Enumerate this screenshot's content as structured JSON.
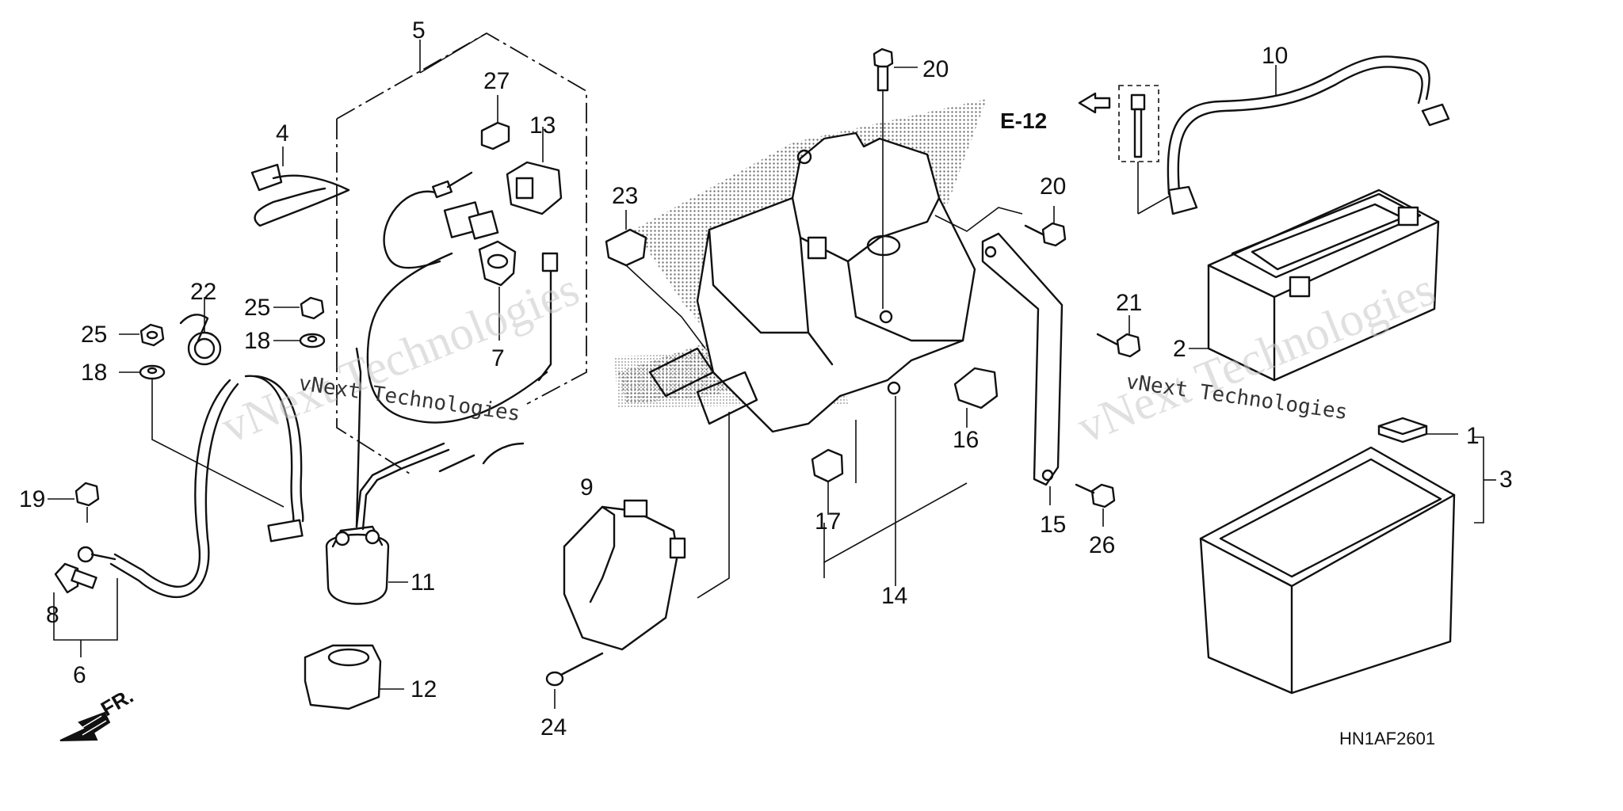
{
  "diagram": {
    "code": "HN1AF2601",
    "reference": "E-12",
    "front_label": "FR.",
    "watermark": "vNext Technologies",
    "parts": [
      {
        "id": "p1",
        "label": "1"
      },
      {
        "id": "p2",
        "label": "2"
      },
      {
        "id": "p3",
        "label": "3"
      },
      {
        "id": "p4",
        "label": "4"
      },
      {
        "id": "p5",
        "label": "5"
      },
      {
        "id": "p6",
        "label": "6"
      },
      {
        "id": "p7",
        "label": "7"
      },
      {
        "id": "p8",
        "label": "8"
      },
      {
        "id": "p9",
        "label": "9"
      },
      {
        "id": "p10",
        "label": "10"
      },
      {
        "id": "p11",
        "label": "11"
      },
      {
        "id": "p12",
        "label": "12"
      },
      {
        "id": "p13",
        "label": "13"
      },
      {
        "id": "p14",
        "label": "14"
      },
      {
        "id": "p15",
        "label": "15"
      },
      {
        "id": "p16",
        "label": "16"
      },
      {
        "id": "p17",
        "label": "17"
      },
      {
        "id": "p18a",
        "label": "18"
      },
      {
        "id": "p18b",
        "label": "18"
      },
      {
        "id": "p19",
        "label": "19"
      },
      {
        "id": "p20a",
        "label": "20"
      },
      {
        "id": "p20b",
        "label": "20"
      },
      {
        "id": "p21",
        "label": "21"
      },
      {
        "id": "p22",
        "label": "22"
      },
      {
        "id": "p23",
        "label": "23"
      },
      {
        "id": "p24",
        "label": "24"
      },
      {
        "id": "p25a",
        "label": "25"
      },
      {
        "id": "p25b",
        "label": "25"
      },
      {
        "id": "p26",
        "label": "26"
      },
      {
        "id": "p27",
        "label": "27"
      }
    ]
  }
}
